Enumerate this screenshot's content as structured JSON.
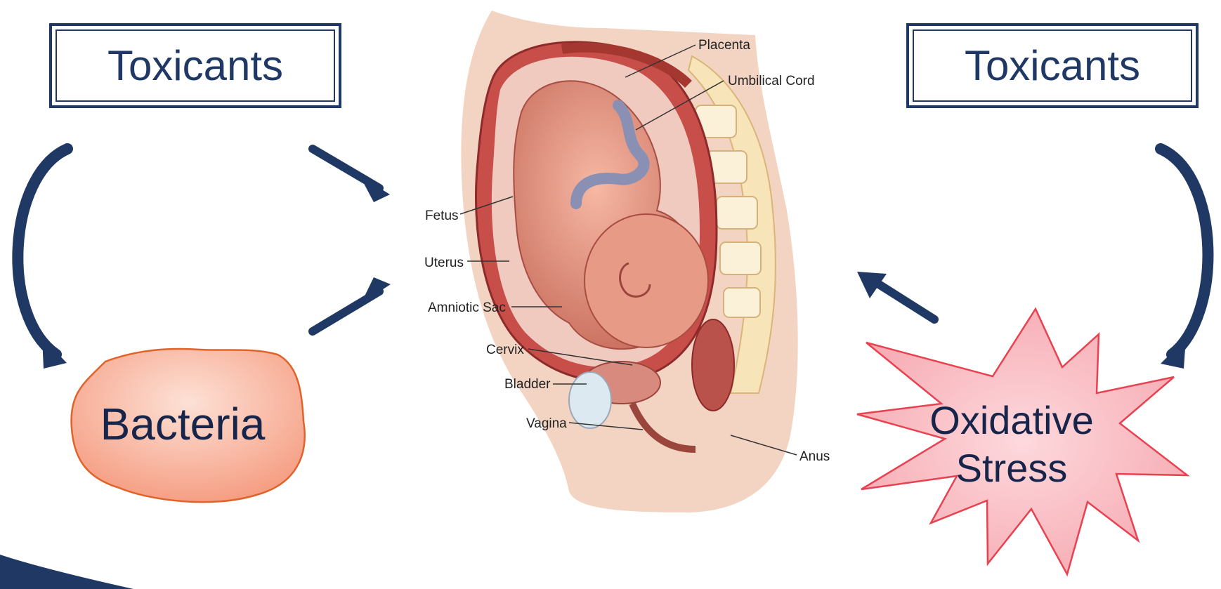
{
  "boxes": {
    "left": "Toxicants",
    "right": "Toxicants"
  },
  "bacteria": {
    "label": "Bacteria"
  },
  "stress": {
    "line1": "Oxidative",
    "line2": "Stress"
  },
  "illustration": {
    "labels": {
      "placenta": "Placenta",
      "umbilical_cord": "Umbilical Cord",
      "fetus": "Fetus",
      "uterus": "Uterus",
      "amniotic_sac": "Amniotic Sac",
      "cervix": "Cervix",
      "bladder": "Bladder",
      "vagina": "Vagina",
      "anus": "Anus"
    }
  },
  "colors": {
    "navy": "#1f3864",
    "bacteria_fill": "#f6a48c",
    "bacteria_stroke": "#e0632a",
    "star_fill": "#f7b6bc",
    "star_stroke": "#e8414f"
  }
}
